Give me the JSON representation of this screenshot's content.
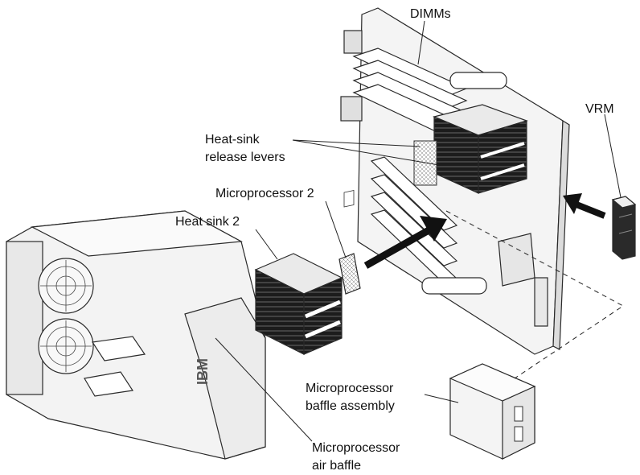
{
  "labels": {
    "dimms": "DIMMs",
    "vrm": "VRM",
    "heat_sink_release_levers_line1": "Heat-sink",
    "heat_sink_release_levers_line2": "release levers",
    "microprocessor_2": "Microprocessor 2",
    "heat_sink_2": "Heat sink 2",
    "baffle_assembly_line1": "Microprocessor",
    "baffle_assembly_line2": "baffle assembly",
    "air_baffle_line1": "Microprocessor",
    "air_baffle_line2": "air baffle"
  },
  "logo_text": "IBM",
  "colors": {
    "heatsink_fin": "#1c1c1c",
    "heatsink_top": "#eaeaea",
    "board": "#f4f4f4",
    "baffle": "#f3f3f3",
    "arrow": "#111111"
  }
}
